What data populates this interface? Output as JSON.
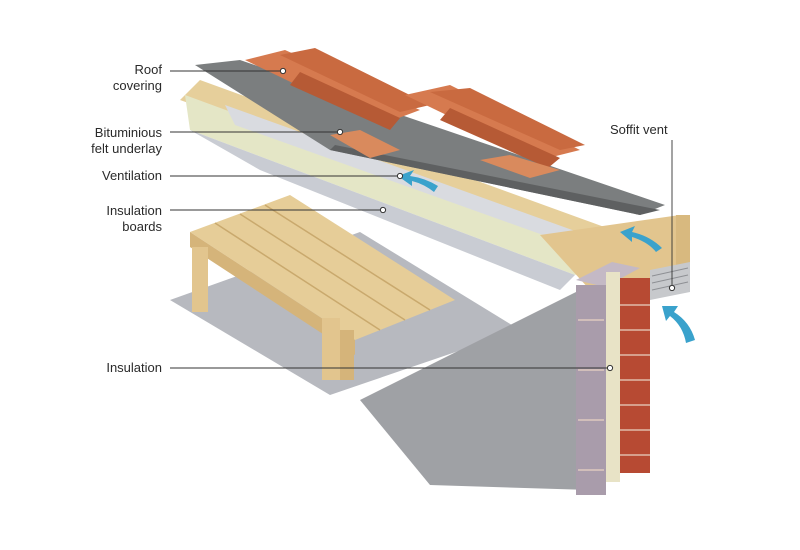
{
  "labels": {
    "roof_covering": "Roof\ncovering",
    "felt_underlay": "Bituminious\nfelt underlay",
    "ventilation": "Ventilation",
    "insulation_boards": "Insulation\nboards",
    "insulation": "Insulation",
    "soffit_vent": "Soffit vent"
  },
  "colors": {
    "tile": "#d67a4f",
    "tile_dark": "#b65a35",
    "felt": "#7c7f80",
    "timber": "#e8cf9c",
    "timber_dark": "#d8b97f",
    "board": "#e6e8c8",
    "insulation": "#c9ccd3",
    "wall": "#9a9ca0",
    "brick": "#b74a33",
    "block": "#a79aa8",
    "airflow": "#3aa2cc",
    "leader": "#333333"
  }
}
